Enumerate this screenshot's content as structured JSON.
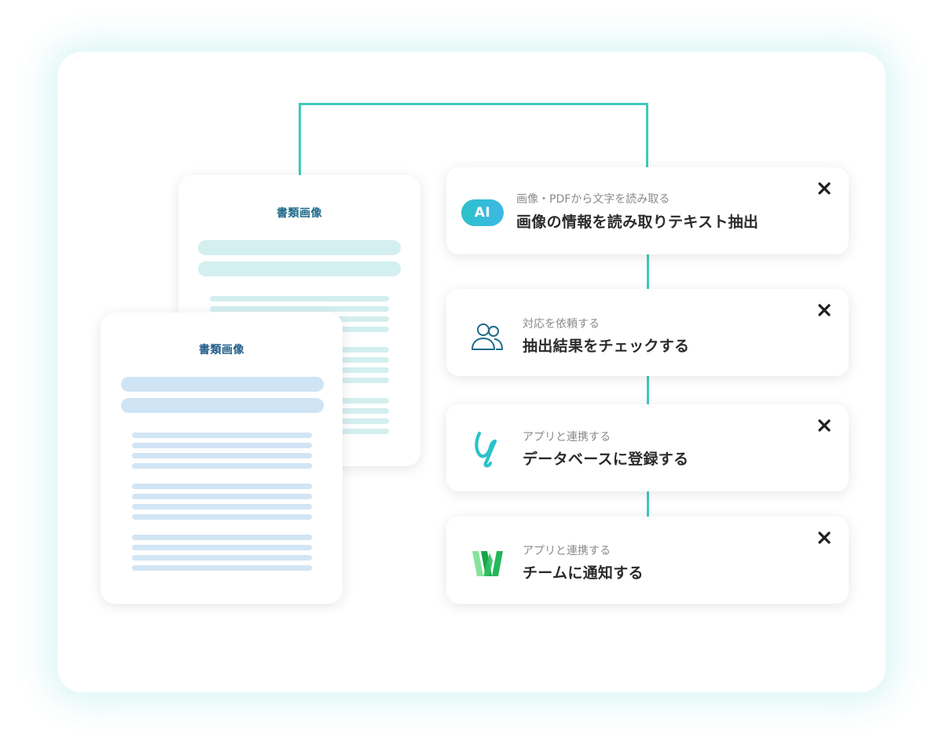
{
  "documents": {
    "back_title": "書類画像",
    "front_title": "書類画像"
  },
  "steps": [
    {
      "subtitle": "画像・PDFから文字を読み取る",
      "title": "画像の情報を読み取りテキスト抽出",
      "icon": "ai-badge-icon",
      "icon_text": "AI",
      "close_icon": "close-icon"
    },
    {
      "subtitle": "対応を依頼する",
      "title": "抽出結果をチェックする",
      "icon": "users-icon",
      "close_icon": "close-icon"
    },
    {
      "subtitle": "アプリと連携する",
      "title": "データベースに登録する",
      "icon": "database-app-logo-icon",
      "close_icon": "close-icon"
    },
    {
      "subtitle": "アプリと連携する",
      "title": "チームに通知する",
      "icon": "team-chat-app-logo-icon",
      "close_icon": "close-icon"
    }
  ],
  "colors": {
    "connector": "#3fcabb",
    "ai_gradient_start": "#2dc1c9",
    "ai_gradient_end": "#3db8e6",
    "doc_back_bars": "#d3efef",
    "doc_front_bars": "#d2e5f4",
    "doc_title": "#1f6b8a",
    "users_icon": "#1f6b8a",
    "database_logo": "#2cc2c9",
    "team_logo_dark": "#16a34a",
    "team_logo_light": "#86e29b"
  }
}
